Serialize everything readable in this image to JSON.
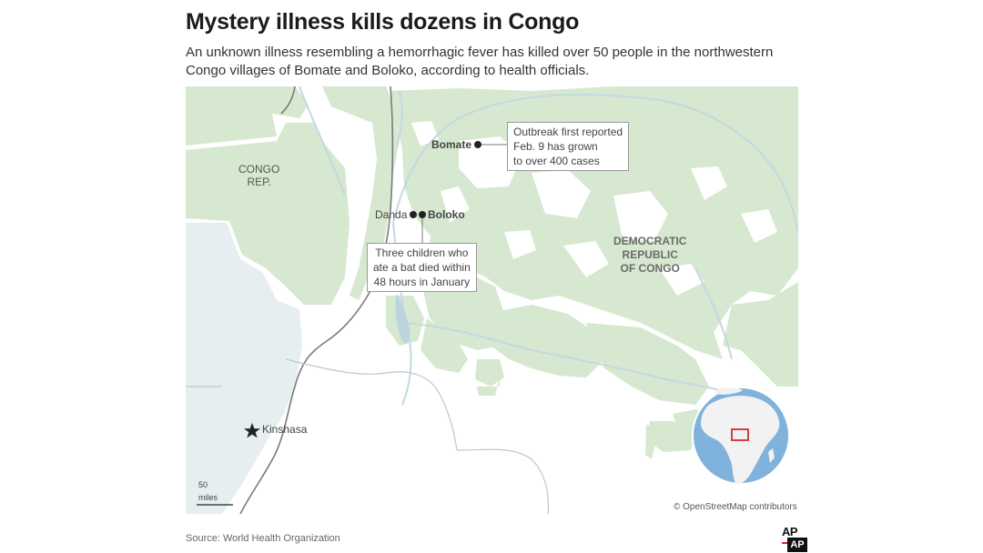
{
  "title": "Mystery illness kills dozens in Congo",
  "subtitle": "An unknown illness resembling a hemorrhagic fever has killed over 50 people in the northwestern Congo villages of Bomate and Boloko, according to health officials.",
  "map": {
    "countries": {
      "congo_rep": [
        "CONGO",
        "REP."
      ],
      "drc": [
        "DEMOCRATIC",
        "REPUBLIC",
        "OF CONGO"
      ]
    },
    "places": {
      "bomate": "Bomate",
      "danda": "Danda",
      "boloko": "Boloko",
      "kinshasa": "Kinshasa"
    },
    "callouts": {
      "bomate_note": [
        "Outbreak first reported",
        "Feb. 9 has grown",
        "to over 400 cases"
      ],
      "boloko_note": [
        "Three children who",
        "ate a bat died within",
        "48 hours in January"
      ]
    },
    "scale": {
      "value": "50",
      "unit": "miles"
    },
    "credit": "© OpenStreetMap contributors"
  },
  "source": "Source: World Health Organization",
  "logo": {
    "top": "AP",
    "bottom": "AP"
  },
  "colors": {
    "forest": "#d6e8cf",
    "water": "#e6eef0",
    "river": "#c9dde4",
    "border": "#777777",
    "globe_water": "#7fb2dc",
    "globe_land": "#f2f2f2",
    "highlight": "#d42b2b"
  }
}
